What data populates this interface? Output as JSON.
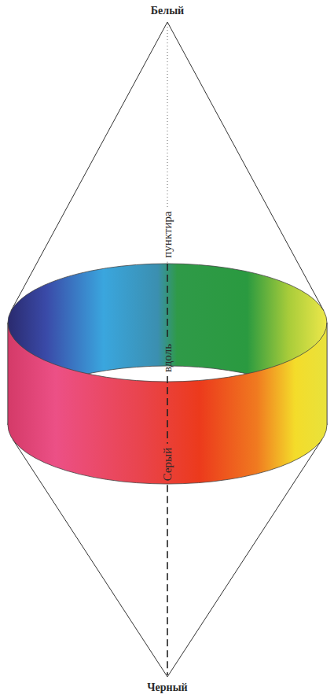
{
  "diagram": {
    "labels": [
      "Белый",
      "пунктира",
      "вдоль",
      "Серый",
      "Черный"
    ]
  }
}
